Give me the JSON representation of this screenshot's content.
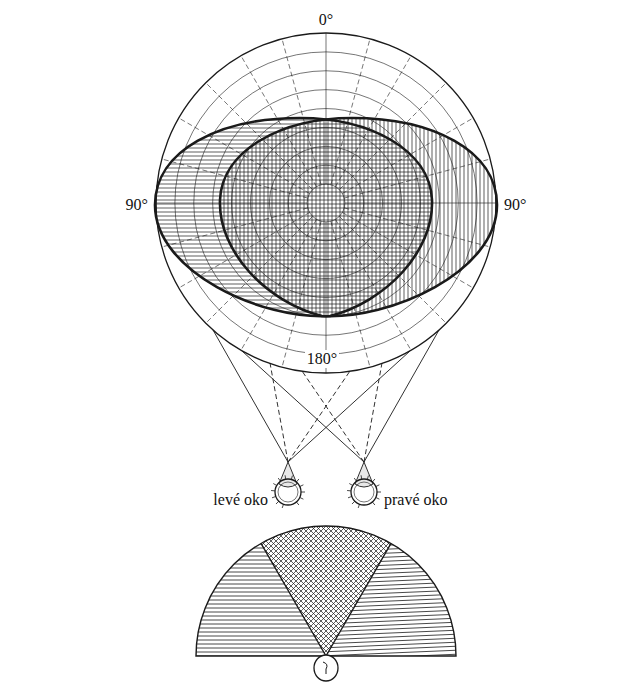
{
  "diagram": {
    "labels": [
      "0°",
      "90°",
      "90°",
      "180°",
      "levé oko",
      "pravé oko"
    ]
  }
}
